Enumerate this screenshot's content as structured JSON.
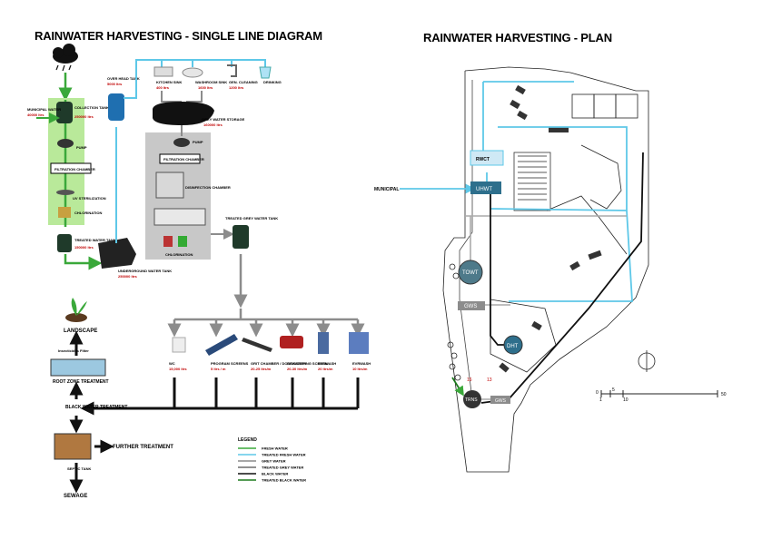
{
  "left": {
    "title": "RAINWATER HARVESTING - SINGLE LINE DIAGRAM",
    "municipal_water": {
      "label": "MUNICIPAL WATER",
      "value": "40000 ltrs"
    },
    "collection_tank": {
      "label": "COLLECTION TANK",
      "value": "250000 ltrs"
    },
    "pump": "PUMP",
    "filtration_chamber": "FILTRATION CHAMBER",
    "uv_sterilization": "UV STERILIZATION",
    "chlorination": "CHLORINATION",
    "treated_water_tank": {
      "label": "TREATED WATER TANK",
      "value": "150000 ltrs"
    },
    "underground_tank": {
      "label": "UNDERGROUND WATER TANK",
      "value": "250000 ltrs"
    },
    "overhead_tank": {
      "label": "OVER HEAD TANK",
      "value": "5000 ltrs"
    },
    "kitchen_sink": {
      "label": "KITCHEN SINK",
      "value": "400 ltrs"
    },
    "washroom_sink": {
      "label": "WASHROOM SINK",
      "value": "1600 ltrs"
    },
    "gen_cleaning": {
      "label": "GEN. CLEANING",
      "value": "1200 ltrs"
    },
    "drinking": {
      "label": "DRINKING"
    },
    "grey_storage": {
      "label": "GREY WATER STORAGE",
      "value": "160000 ltrs"
    },
    "grey_pump": "PUMP",
    "grey_filtration": "FILTRATION CHAMBER",
    "disinfection": "DISINFECTION CHAMBER",
    "grey_chlorination": "CHLORINATION",
    "treated_grey_tank": "TREATED GREY WATER TANK",
    "appliances": [
      {
        "label": "WC",
        "value": "15,000 ltrs"
      },
      {
        "label": "PROGRAM SCREENS",
        "value": "5 ltrs / m"
      },
      {
        "label": "GRIT CHAMBER / DOS DOSSER",
        "value": "20-25 ltrs/m"
      },
      {
        "label": "DEWATERING SCREEN",
        "value": "20-30 ltrs/m"
      },
      {
        "label": "EVRWASH",
        "value": "20 ltrs/m"
      },
      {
        "label": "EVRWASH",
        "value": "10 ltrs/m"
      }
    ],
    "landscape": "LANDSCAPE",
    "insecticides_filter": "Insecticides Filter",
    "root_zone": "ROOT ZONE TREATMENT",
    "black_water_treatment": "BLACK WATER TREATMENT",
    "further_treatment": "FURTHER TREATMENT",
    "septic_tank": "SEPTIC TANK",
    "sewage": "SEWAGE",
    "legend": {
      "title": "LEGEND",
      "items": [
        {
          "label": "FRESH WATER",
          "color": "#3aa83a"
        },
        {
          "label": "TREATED FRESH WATER",
          "color": "#5ec8e8"
        },
        {
          "label": "GREY WATER",
          "color": "#8c8c8c"
        },
        {
          "label": "TREATED GREY WATER",
          "color": "#6d6d6d"
        },
        {
          "label": "BLACK WATER",
          "color": "#111111"
        },
        {
          "label": "TREATED BLACK WATER",
          "color": "#1d7a1d"
        }
      ]
    }
  },
  "right": {
    "title": "RAINWATER HARVESTING - PLAN",
    "municipal": "MUNICIPAL",
    "rwct": "RWCT",
    "uhwt": "UHWT",
    "towt": "TOWT",
    "gws1": "GWS",
    "dht": "DHT",
    "trns": "TRNS",
    "gws2": "GWS",
    "n16": "16",
    "n13": "13",
    "scale": [
      "0",
      "5",
      "1",
      "10",
      "50"
    ]
  },
  "colors": {
    "fresh": "#3aa83a",
    "treated": "#5ec8e8",
    "grey": "#8c8c8c",
    "black": "#111111",
    "green_panel": "#b9e99a",
    "grey_panel": "#c8c8c8",
    "uhwt": "#2e6f8c",
    "towt": "#4e7a8a"
  }
}
